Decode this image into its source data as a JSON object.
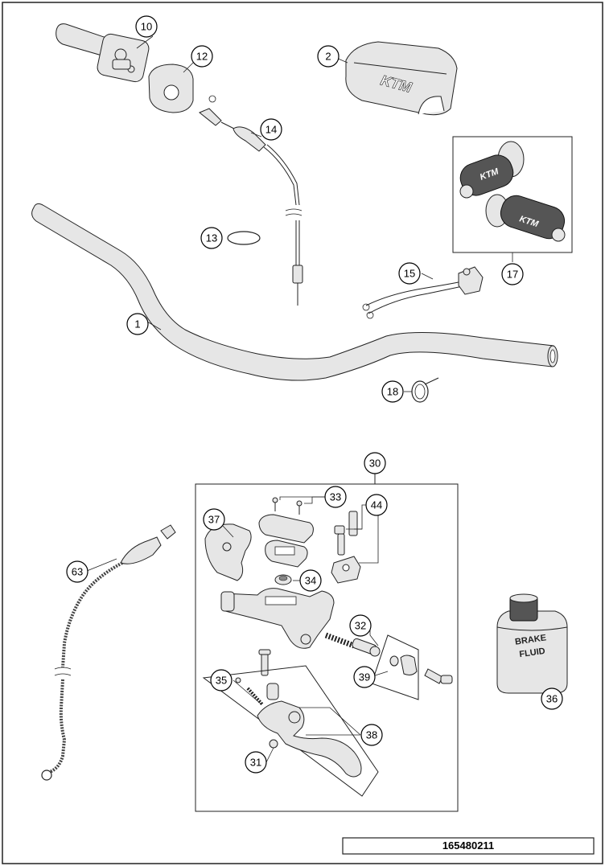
{
  "diagram": {
    "document_number": "165480211",
    "callouts": [
      {
        "id": "c1",
        "label": "1"
      },
      {
        "id": "c2",
        "label": "2"
      },
      {
        "id": "c10",
        "label": "10"
      },
      {
        "id": "c12",
        "label": "12"
      },
      {
        "id": "c13",
        "label": "13"
      },
      {
        "id": "c14",
        "label": "14"
      },
      {
        "id": "c15",
        "label": "15"
      },
      {
        "id": "c17",
        "label": "17"
      },
      {
        "id": "c18",
        "label": "18"
      },
      {
        "id": "c30",
        "label": "30"
      },
      {
        "id": "c31",
        "label": "31"
      },
      {
        "id": "c32",
        "label": "32"
      },
      {
        "id": "c33",
        "label": "33"
      },
      {
        "id": "c34",
        "label": "34"
      },
      {
        "id": "c35",
        "label": "35"
      },
      {
        "id": "c36",
        "label": "36"
      },
      {
        "id": "c37",
        "label": "37"
      },
      {
        "id": "c38",
        "label": "38"
      },
      {
        "id": "c39",
        "label": "39"
      },
      {
        "id": "c44",
        "label": "44"
      },
      {
        "id": "c63",
        "label": "63"
      }
    ],
    "brand_logo_text": "KTM",
    "brake_fluid_label": [
      "BRAKE",
      "FLUID"
    ]
  },
  "colors": {
    "line": "#222222",
    "part_fill": "#e6e6e6",
    "grip_dark": "#555555",
    "background": "#ffffff"
  }
}
